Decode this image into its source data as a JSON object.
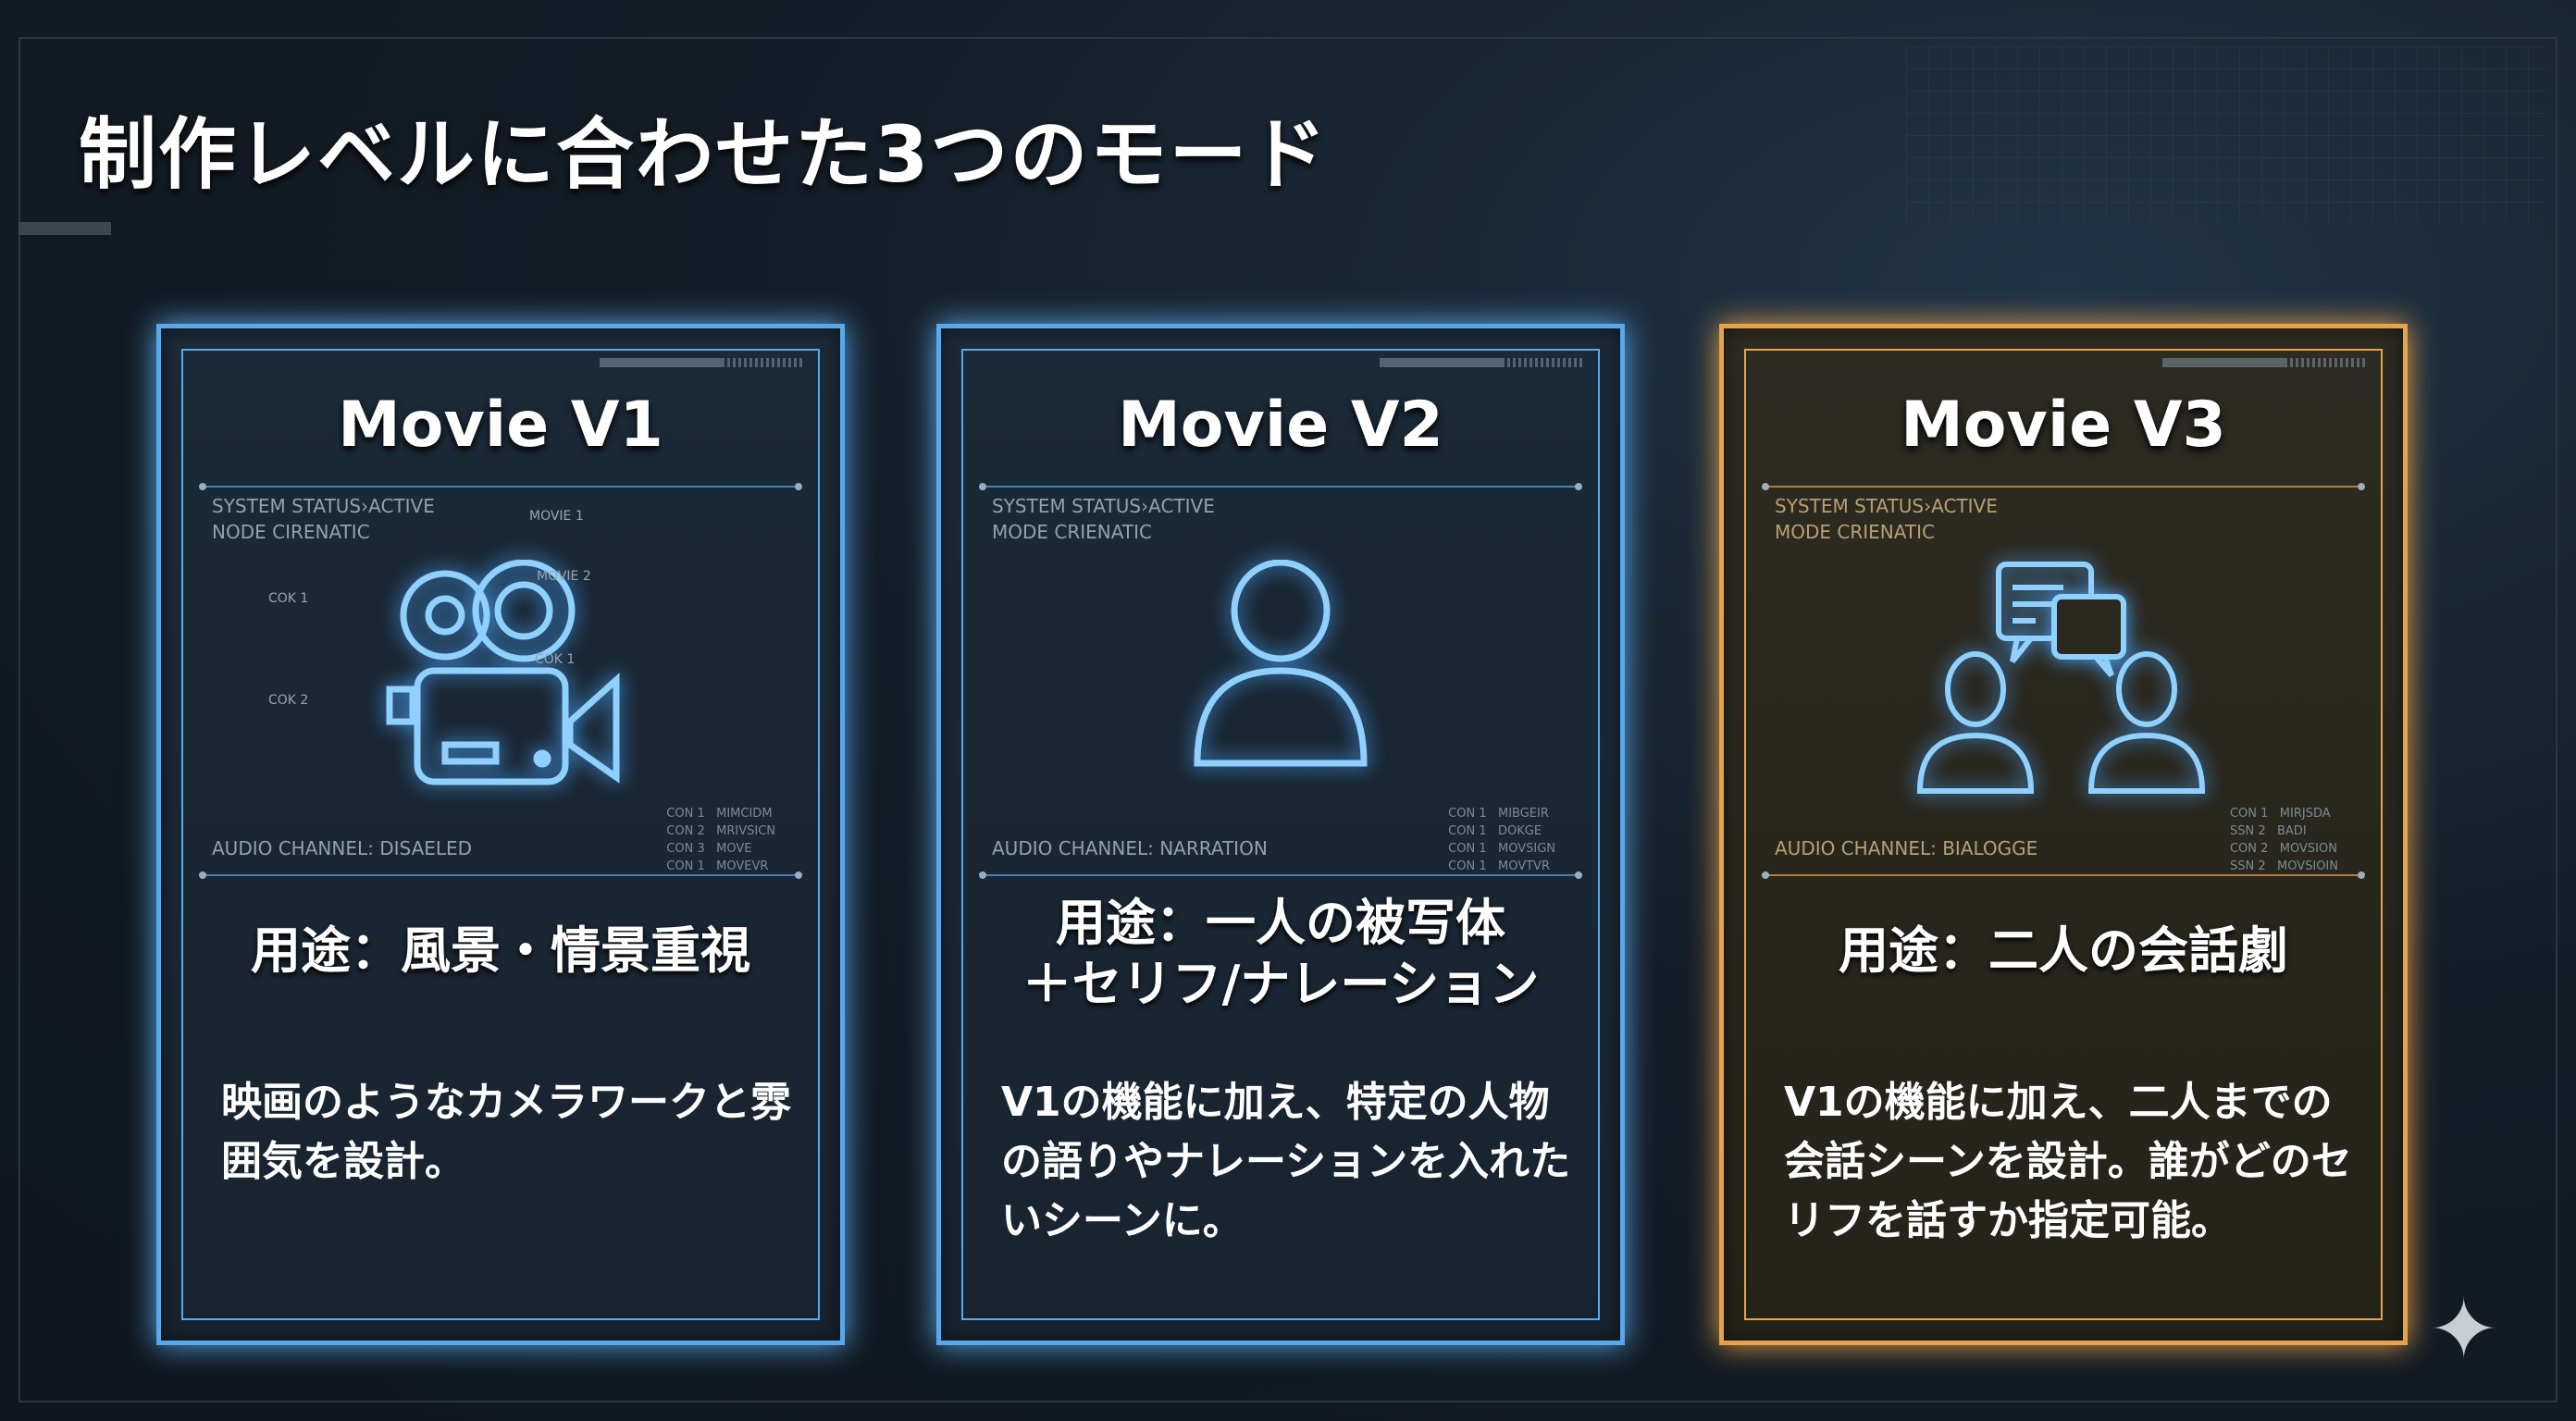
{
  "title": "制作レベルに合わせた3つのモード",
  "cards": [
    {
      "name": "Movie V1",
      "status": "SYSTEM STATUS›ACTIVE",
      "mode": "NODE CIRENATIC",
      "audio": "AUDIO CHANNEL: DISAELED",
      "labels": [
        "MOVIE 1",
        "MOVIE 2",
        "COK 1",
        "COK 1",
        "COK 2"
      ],
      "codes": "CON 1   MIMCIDM\nCON 2   MRIVSICN\nCON 3   MOVE\nCON 1   MOVEVR",
      "use": "用途：風景・情景重視",
      "desc": "映画のようなカメラワークと雰囲気を設計。",
      "color": "#5aa8e8"
    },
    {
      "name": "Movie V2",
      "status": "SYSTEM STATUS›ACTIVE",
      "mode": "MODE CRIENATIC",
      "audio": "AUDIO CHANNEL: NARRATION",
      "codes": "CON 1   MIBGEIR\nCON 1   DOKGE\nCON 1   MOVSIGN\nCON 1   MOVTVR",
      "use": "用途：一人の被写体\n＋セリフ/ナレーション",
      "desc": "V1の機能に加え、特定の人物の語りやナレーションを入れたいシーンに。",
      "color": "#5aa8e8"
    },
    {
      "name": "Movie V3",
      "status": "SYSTEM STATUS›ACTIVE",
      "mode": "MODE CRIENATIC",
      "audio": "AUDIO CHANNEL: BIALOGGE",
      "codes": "CON 1   MIRJSDA\nSSN 2   BADI\nCON 2   MOVSION\nSSN 2   MOVSIOIN",
      "use": "用途：二人の会話劇",
      "desc": "V1の機能に加え、二人までの会話シーンを設計。誰がどのセリフを話すか指定可能。",
      "color": "#e8a24a"
    }
  ]
}
